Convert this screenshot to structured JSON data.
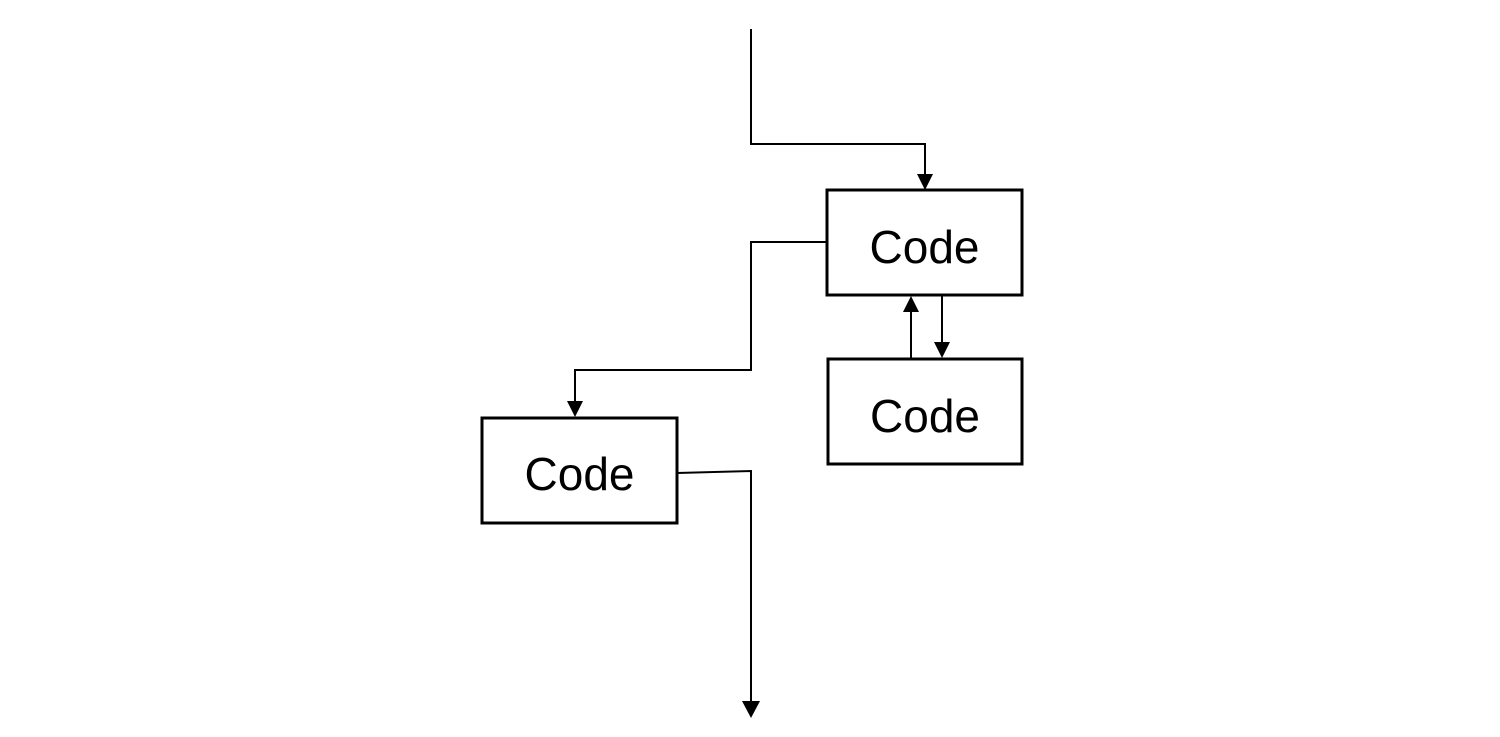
{
  "diagram": {
    "boxes": [
      {
        "id": "box-top",
        "label": "Code"
      },
      {
        "id": "box-middle",
        "label": "Code"
      },
      {
        "id": "box-left",
        "label": "Code"
      }
    ],
    "colors": {
      "line": "#000000",
      "box_fill": "#ffffff",
      "background": "#ffffff"
    }
  }
}
